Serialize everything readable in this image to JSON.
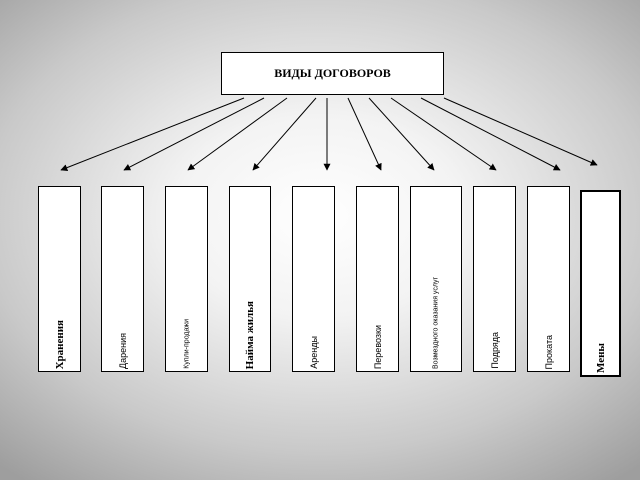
{
  "diagram": {
    "title": "ВИДЫ ДОГОВОРОВ",
    "categories": [
      {
        "label": "Хранения"
      },
      {
        "label": "Дарения"
      },
      {
        "label": "Купли-продажи"
      },
      {
        "label": "Найма жилья"
      },
      {
        "label": "Аренды"
      },
      {
        "label": "Перевозки"
      },
      {
        "label": "Возмездного оказания услуг"
      },
      {
        "label": "Подряда"
      },
      {
        "label": "Проката"
      },
      {
        "label": "Мены"
      }
    ]
  }
}
